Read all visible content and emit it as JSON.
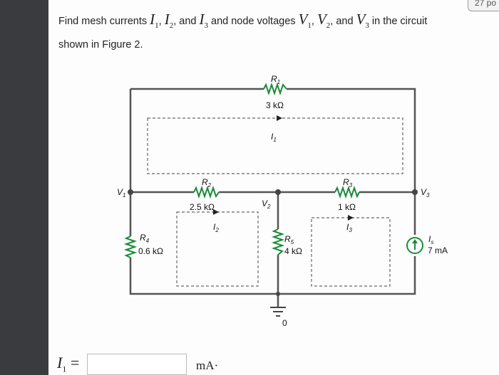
{
  "question": {
    "prefix": "Find mesh currents",
    "i1": "I",
    "i1_sub": "1",
    "i2": "I",
    "i2_sub": "2",
    "and1": ", and",
    "i3": "I",
    "i3_sub": "3",
    "mid": "and node voltages",
    "v1": "V",
    "v1_sub": "1",
    "v2": "V",
    "v2_sub": "2",
    "and2": ", and",
    "v3": "V",
    "v3_sub": "3",
    "suffix": "in the circuit shown in Figure 2."
  },
  "corner_badge": "27 po",
  "circuit": {
    "r1_name": "R",
    "r1_sub": "1",
    "r1_value": "3 kΩ",
    "r2_name": "R",
    "r2_sub": "2",
    "r2_value": "2.5 kΩ",
    "r3_name": "R",
    "r3_sub": "3",
    "r3_value": "1 kΩ",
    "r4_name": "R",
    "r4_sub": "4",
    "r4_value": "0.6 kΩ",
    "r5_name": "R",
    "r5_sub": "5",
    "r5_value": "4 kΩ",
    "mesh1": "I",
    "mesh1_sub": "1",
    "mesh2": "I",
    "mesh2_sub": "2",
    "mesh3": "I",
    "mesh3_sub": "3",
    "node1": "V",
    "node1_sub": "1",
    "node2": "V",
    "node2_sub": "2",
    "node3": "V",
    "node3_sub": "3",
    "source_name": "I",
    "source_sub": "s",
    "source_value": "7 mA",
    "ground_label": "0"
  },
  "answer": {
    "label": "I",
    "label_sub": "1",
    "equals": "=",
    "value": "",
    "unit": "mA·"
  }
}
